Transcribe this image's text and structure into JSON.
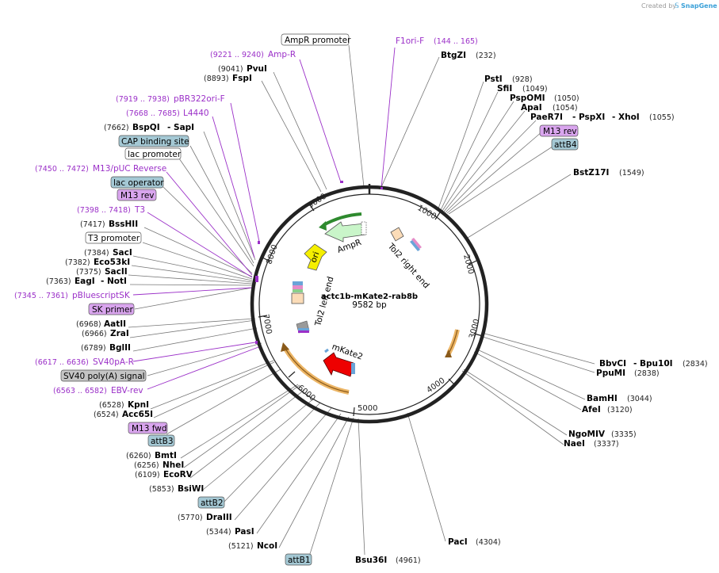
{
  "credit": {
    "prefix": "Created by",
    "brand": "SnapGene"
  },
  "plasmid": {
    "name": "actc1b-mKate2-rab8b",
    "size": "9582 bp"
  },
  "ticks": [
    "1000",
    "2000",
    "3000",
    "4000",
    "5000",
    "6000",
    "7000",
    "8000",
    "9000"
  ],
  "features": {
    "ampr": "AmpR",
    "ori": "ori",
    "tol2_right": "Tol2 right end",
    "tol2_left": "Tol2 left end",
    "mkate2": "mKate2"
  },
  "right_labels": {
    "f1ori_name": "F1ori-F",
    "f1ori_pos": "(144 .. 165)",
    "btgzi_name": "BtgZI",
    "btgzi_pos": "(232)",
    "psti_name": "PstI",
    "psti_pos": "(928)",
    "sfii_name": "SfiI",
    "sfii_pos": "(1049)",
    "pspomi_name": "PspOMI",
    "pspomi_pos": "(1050)",
    "apai_name": "ApaI",
    "apai_pos": "(1054)",
    "paer7i_name": "PaeR7I",
    "pspxi_name": "- PspXI",
    "xhoi_name": "- XhoI",
    "xhoi_pos": "(1055)",
    "m13rev_right": "M13 rev",
    "attb4": "attB4",
    "bstz17i_name": "BstZ17I",
    "bstz17i_pos": "(1549)",
    "bbvci_name": "BbvCI",
    "bpu10i_name": "- Bpu10I",
    "bbvci_pos": "(2834)",
    "ppumi_name": "PpuMI",
    "ppumi_pos": "(2838)",
    "bamhi_name": "BamHI",
    "bamhi_pos": "(3044)",
    "afei_name": "AfeI",
    "afei_pos": "(3120)",
    "ngomiv_name": "NgoMIV",
    "ngomiv_pos": "(3335)",
    "naei_name": "NaeI",
    "naei_pos": "(3337)",
    "paci_name": "PacI",
    "paci_pos": "(4304)",
    "bsu36i_name": "Bsu36I",
    "bsu36i_pos": "(4961)"
  },
  "left_labels": {
    "ampr_promoter": "AmpR promoter",
    "ampr_primer_pos": "(9221 .. 9240)",
    "ampr_primer_name": "Amp-R",
    "pvui_pos": "(9041)",
    "pvui_name": "PvuI",
    "fspi_pos": "(8893)",
    "fspi_name": "FspI",
    "pbr_pos": "(7919 .. 7938)",
    "pbr_name": "pBR322ori-F",
    "l4440_pos": "(7668 .. 7685)",
    "l4440_name": "L4440",
    "bspqi_pos": "(7662)",
    "bspqi_name": "BspQI",
    "sapi_name": "- SapI",
    "cap_site": "CAP binding site",
    "lac_promoter": "lac promoter",
    "m13puc_pos": "(7450 .. 7472)",
    "m13puc_name": "M13/pUC Reverse",
    "lac_operator": "lac operator",
    "m13rev_left": "M13 rev",
    "t3_pos": "(7398 .. 7418)",
    "t3_name": "T3",
    "bsshii_pos": "(7417)",
    "bsshii_name": "BssHII",
    "t3_promoter": "T3 promoter",
    "saci_pos": "(7384)",
    "saci_name": "SacI",
    "eco53ki_pos": "(7382)",
    "eco53ki_name": "Eco53kI",
    "sacii_pos": "(7375)",
    "sacii_name": "SacII",
    "eagi_pos": "(7363)",
    "eagi_name": "EagI",
    "noti_name": "- NotI",
    "pbluescript_pos": "(7345 .. 7361)",
    "pbluescript_name": "pBluescriptSK",
    "sk_primer": "SK primer",
    "aatii_pos": "(6968)",
    "aatii_name": "AatII",
    "zrai_pos": "(6966)",
    "zrai_name": "ZraI",
    "bglii_pos": "(6789)",
    "bglii_name": "BglII",
    "sv40pa_pos": "(6617 .. 6636)",
    "sv40pa_name": "SV40pA-R",
    "sv40_signal": "SV40 poly(A) signal",
    "ebv_pos": "(6563 .. 6582)",
    "ebv_name": "EBV-rev",
    "kpni_pos": "(6528)",
    "kpni_name": "KpnI",
    "acc65i_pos": "(6524)",
    "acc65i_name": "Acc65I",
    "m13fwd": "M13 fwd",
    "attb3": "attB3",
    "bmti_pos": "(6260)",
    "bmti_name": "BmtI",
    "nhei_pos": "(6256)",
    "nhei_name": "NheI",
    "ecorv_pos": "(6109)",
    "ecorv_name": "EcoRV",
    "bsiwi_pos": "(5853)",
    "bsiwi_name": "BsiWI",
    "attb2": "attB2",
    "draiii_pos": "(5770)",
    "draiii_name": "DraIII",
    "pasi_pos": "(5344)",
    "pasi_name": "PasI",
    "ncoi_pos": "(5121)",
    "ncoi_name": "NcoI",
    "attb1": "attB1"
  },
  "colors": {
    "backbone": "#222222",
    "primer": "#9b30c8",
    "ampr_fill": "#c9f5c9",
    "ori_fill": "#f5ef00",
    "mkate2_fill": "#ee0000",
    "orf_orange": "#e9a84a",
    "tag_blue": "#a4c8d4",
    "tag_purple": "#d9a5ee",
    "tag_grey": "#c4c4c4",
    "tol2_fill": "#fbdcb8"
  }
}
